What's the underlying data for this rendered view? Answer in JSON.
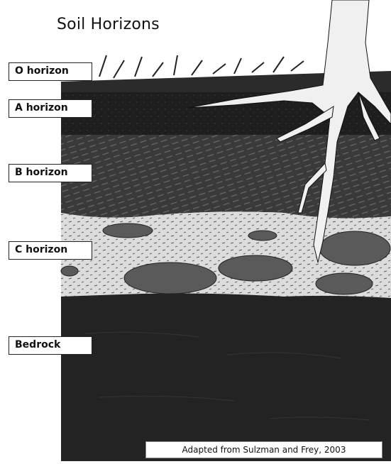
{
  "title": "Soil Horizons",
  "horizons": [
    {
      "label": "O horizon"
    },
    {
      "label": "A horizon"
    },
    {
      "label": "B horizon"
    },
    {
      "label": "C horizon"
    },
    {
      "label": "Bedrock"
    }
  ],
  "credit": "Adapted from Sulzman and Frey, 2003",
  "colors": {
    "o_horizon": "#2a2a2a",
    "a_horizon": "#1c1c1c",
    "b_horizon": "#3c3c3c",
    "c_horizon": "#d8d8d8",
    "bedrock": "#242424",
    "root": "#f2f2f2"
  }
}
